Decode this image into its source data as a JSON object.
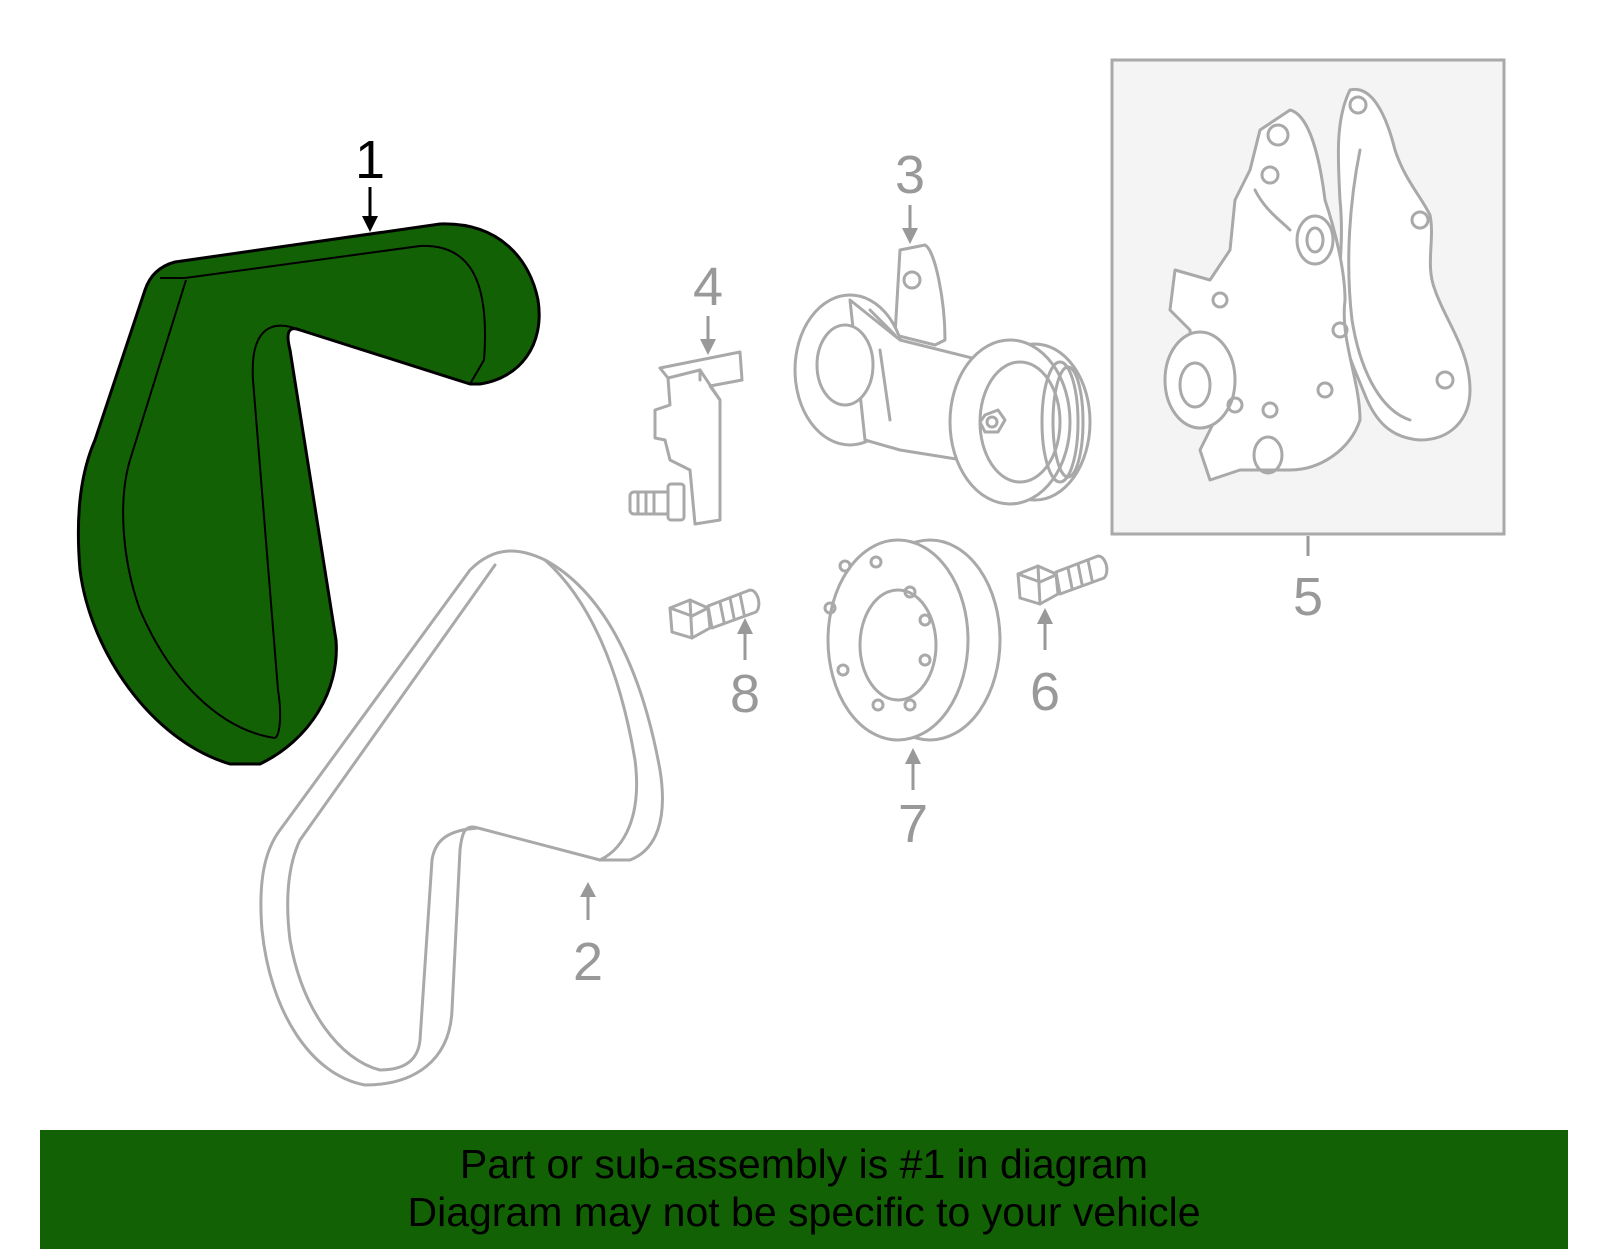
{
  "diagram": {
    "highlight_color": "#136105",
    "callouts": [
      {
        "number": "1",
        "highlighted": true
      },
      {
        "number": "2",
        "highlighted": false
      },
      {
        "number": "3",
        "highlighted": false
      },
      {
        "number": "4",
        "highlighted": false
      },
      {
        "number": "5",
        "highlighted": false
      },
      {
        "number": "6",
        "highlighted": false
      },
      {
        "number": "7",
        "highlighted": false
      },
      {
        "number": "8",
        "highlighted": false
      }
    ]
  },
  "footer": {
    "line1": "Part or sub-assembly is #1 in diagram",
    "line2": "Diagram may not be specific to your vehicle",
    "background": "#136105"
  }
}
